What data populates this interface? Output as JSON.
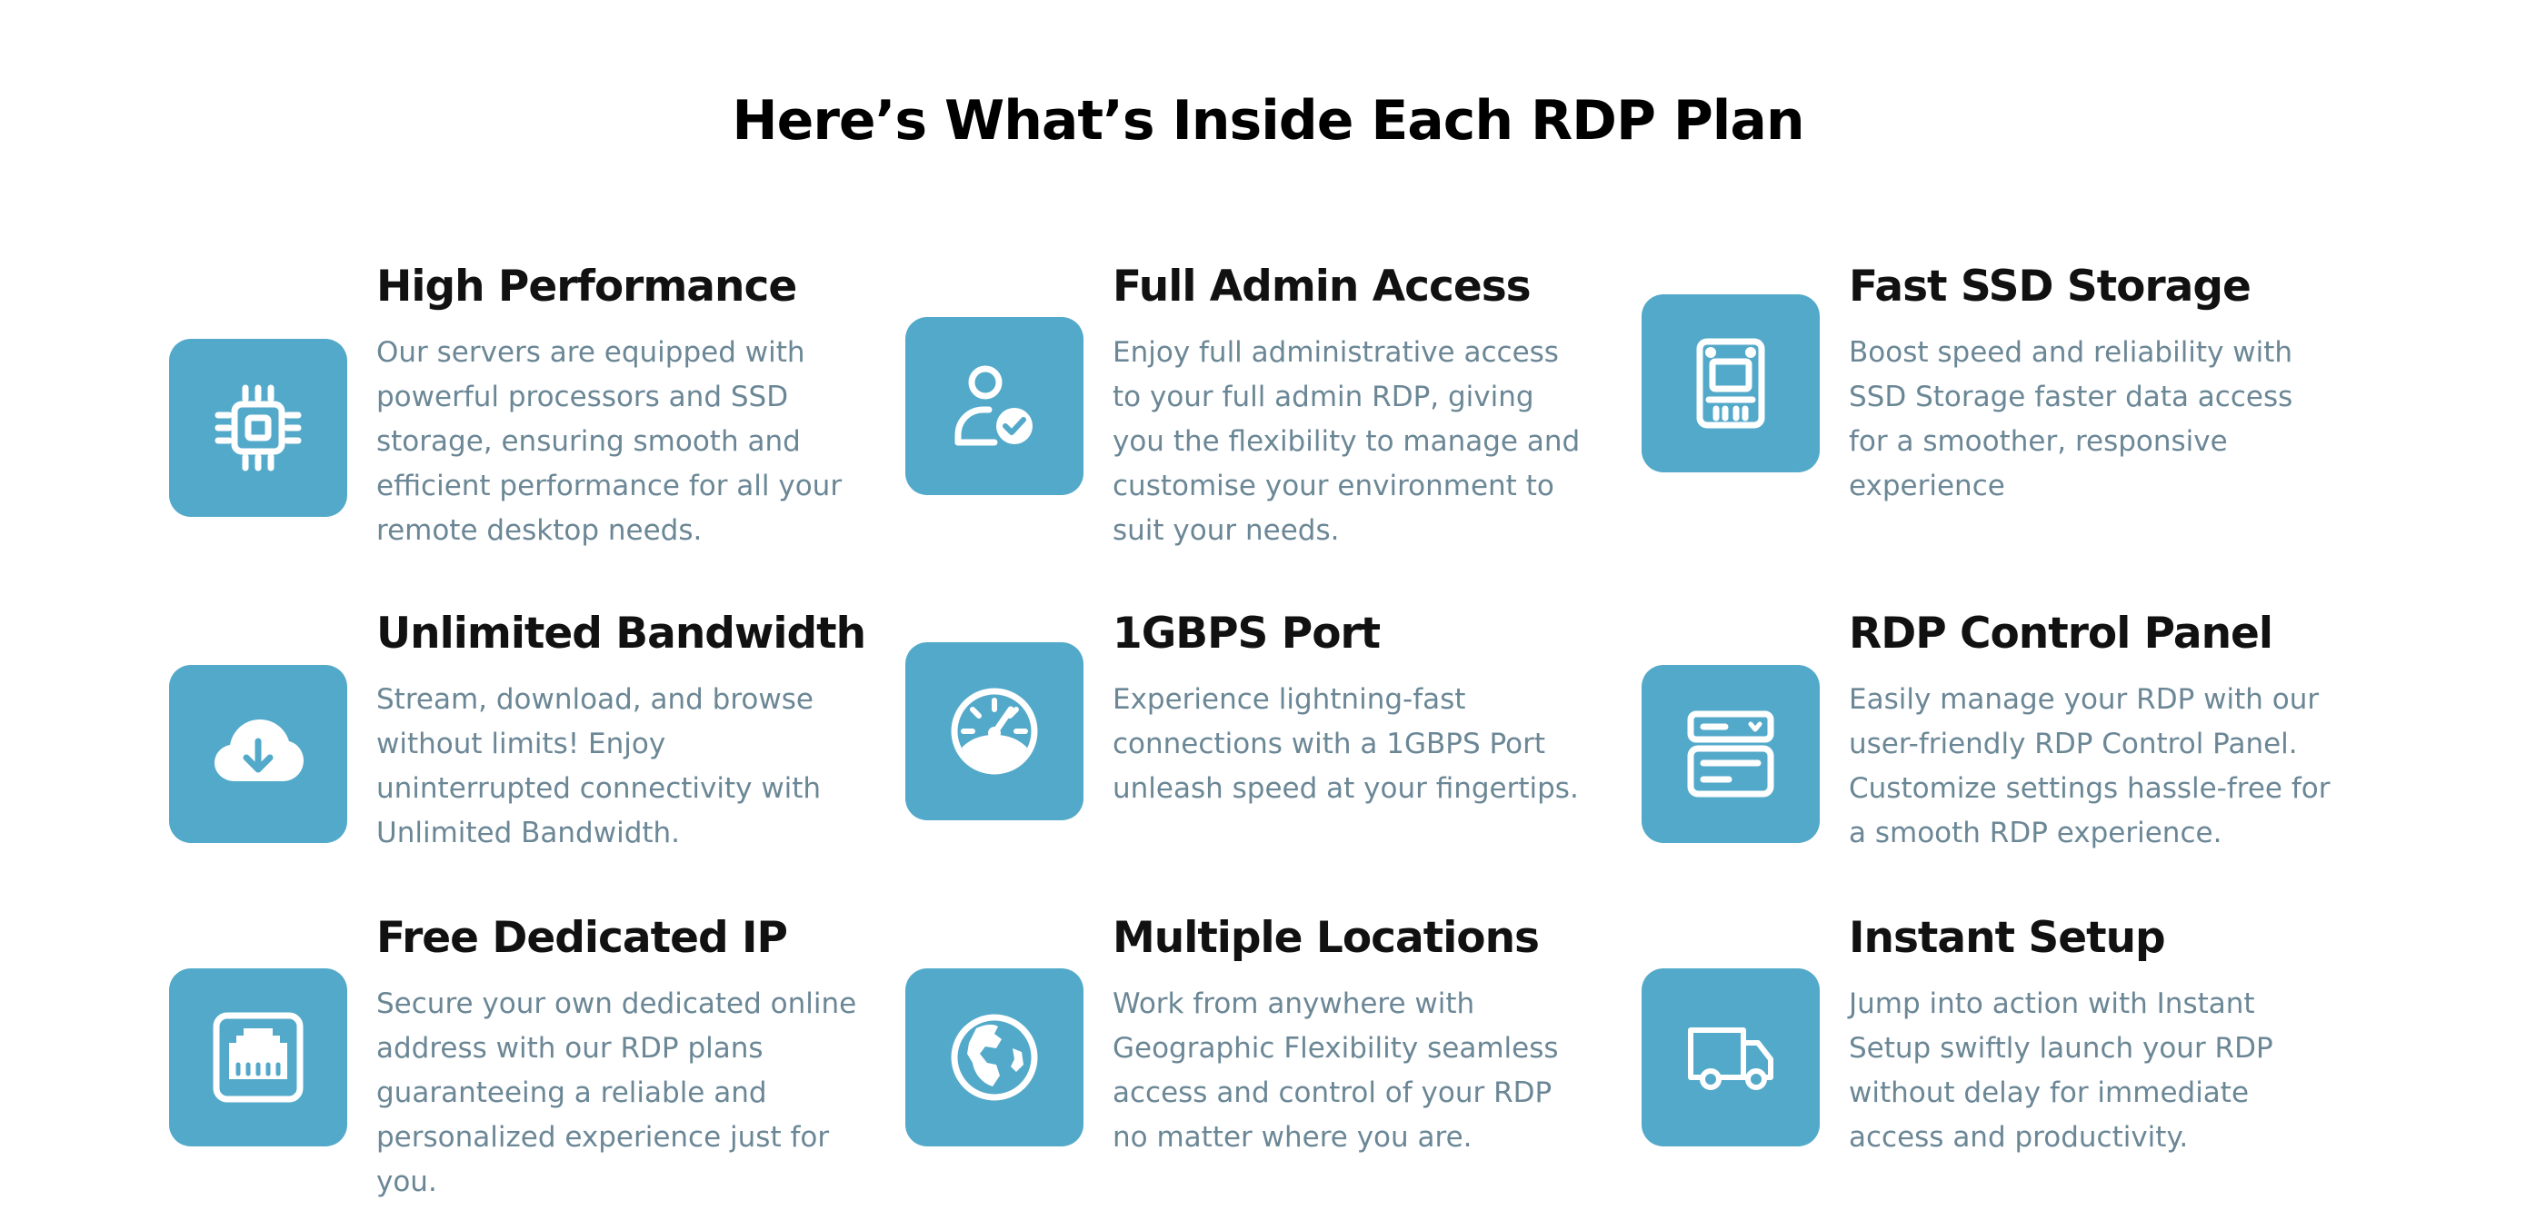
{
  "section": {
    "title": "Here’s What’s Inside Each RDP Plan"
  },
  "colors": {
    "icon_background": "#53a9c9",
    "title": "#111111",
    "description": "#6b8796"
  },
  "features": [
    {
      "title": "High Performance",
      "icon": "cpu-chip-icon",
      "description": "Our servers are equipped with powerful processors and SSD storage, ensuring smooth and efficient performance for all your remote desktop needs."
    },
    {
      "title": "Full Admin Access",
      "icon": "user-check-icon",
      "description": "Enjoy full administrative access to your full admin RDP, giving you the flexibility to manage and customise your environment to suit your needs."
    },
    {
      "title": "Fast SSD Storage",
      "icon": "ssd-icon",
      "description": "Boost speed and reliability with SSD Storage faster data access for a smoother, responsive experience"
    },
    {
      "title": "Unlimited Bandwidth",
      "icon": "cloud-download-icon",
      "description": "Stream, download, and browse without limits! Enjoy uninterrupted connectivity with Unlimited Bandwidth."
    },
    {
      "title": "1GBPS Port",
      "icon": "speedometer-icon",
      "description": "Experience lightning-fast connections with a 1GBPS Port unleash speed at your fingertips."
    },
    {
      "title": "RDP Control Panel",
      "icon": "control-panel-icon",
      "description": "Easily manage your RDP with our user-friendly RDP Control Panel. Customize settings hassle-free for a smooth RDP experience."
    },
    {
      "title": "Free Dedicated IP",
      "icon": "ethernet-port-icon",
      "description": "Secure your own dedicated online address with our RDP plans guaranteeing a reliable and personalized experience just for you."
    },
    {
      "title": "Multiple Locations",
      "icon": "globe-icon",
      "description": "Work from anywhere with Geographic Flexibility seamless access and control of your RDP no matter where you are."
    },
    {
      "title": "Instant Setup",
      "icon": "truck-icon",
      "description": "Jump into action with Instant Setup swiftly launch your RDP without delay for immediate access and productivity."
    }
  ]
}
